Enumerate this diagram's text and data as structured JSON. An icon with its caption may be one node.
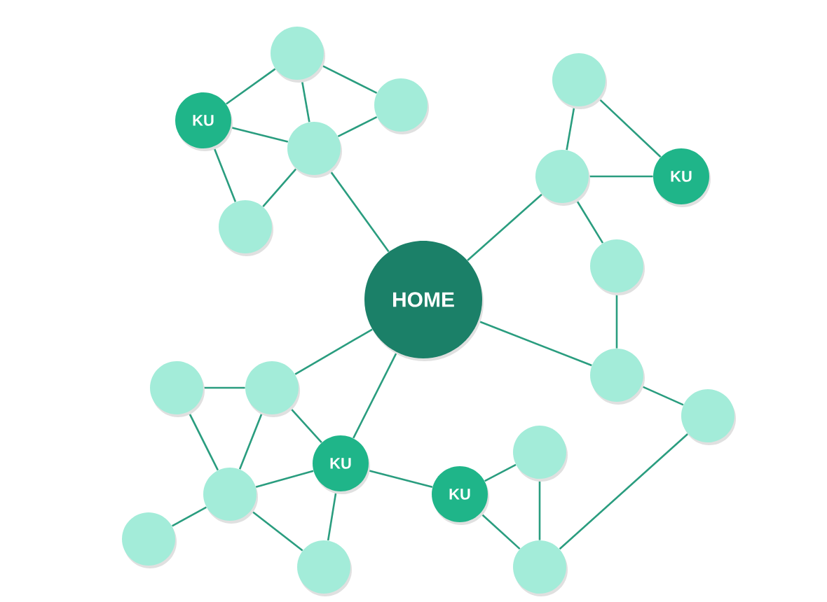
{
  "diagram": {
    "nodes": [
      {
        "text": [],
        "shape": "circle"
      },
      {
        "text": [],
        "shape": "circle"
      },
      {
        "text": [],
        "shape": "circle"
      },
      {
        "text": [
          "KU"
        ]
      },
      {
        "text": [],
        "shape": "circle"
      },
      {
        "text": [],
        "shape": "circle"
      },
      {
        "text": [
          "KU"
        ]
      },
      {
        "text": [],
        "shape": "circle"
      },
      {
        "text": [],
        "shape": "circle"
      },
      {
        "text": [
          "HOME"
        ]
      },
      {
        "text": [],
        "shape": "circle"
      },
      {
        "text": [],
        "shape": "circle"
      },
      {
        "text": [],
        "shape": "circle"
      },
      {
        "text": [],
        "shape": "circle"
      },
      {
        "text": [],
        "shape": "circle"
      },
      {
        "text": [
          "KU"
        ]
      },
      {
        "text": [],
        "shape": "circle"
      },
      {
        "text": [
          "KU"
        ]
      },
      {
        "text": [],
        "shape": "circle"
      },
      {
        "text": [],
        "shape": "circle"
      },
      {
        "text": [],
        "shape": "circle"
      }
    ],
    "edges": [
      {
        "from": 3,
        "to": 0,
        "arrow": "none"
      },
      {
        "from": 3,
        "to": 4,
        "arrow": "none"
      },
      {
        "from": 3,
        "to": 7,
        "arrow": "none"
      },
      {
        "from": 0,
        "to": 4,
        "arrow": "none"
      },
      {
        "from": 0,
        "to": 2,
        "arrow": "none"
      },
      {
        "from": 2,
        "to": 4,
        "arrow": "none"
      },
      {
        "from": 4,
        "to": 7,
        "arrow": "none"
      },
      {
        "from": 4,
        "to": 9,
        "arrow": "none"
      },
      {
        "from": 1,
        "to": 5,
        "arrow": "none"
      },
      {
        "from": 1,
        "to": 6,
        "arrow": "none"
      },
      {
        "from": 5,
        "to": 6,
        "arrow": "none"
      },
      {
        "from": 5,
        "to": 9,
        "arrow": "none"
      },
      {
        "from": 5,
        "to": 8,
        "arrow": "none"
      },
      {
        "from": 8,
        "to": 10,
        "arrow": "none"
      },
      {
        "from": 10,
        "to": 9,
        "arrow": "none"
      },
      {
        "from": 10,
        "to": 13,
        "arrow": "none"
      },
      {
        "from": 13,
        "to": 20,
        "arrow": "none"
      },
      {
        "from": 9,
        "to": 12,
        "arrow": "none"
      },
      {
        "from": 9,
        "to": 15,
        "arrow": "none"
      },
      {
        "from": 11,
        "to": 12,
        "arrow": "none"
      },
      {
        "from": 11,
        "to": 16,
        "arrow": "none"
      },
      {
        "from": 12,
        "to": 16,
        "arrow": "none"
      },
      {
        "from": 12,
        "to": 15,
        "arrow": "none"
      },
      {
        "from": 16,
        "to": 15,
        "arrow": "none"
      },
      {
        "from": 16,
        "to": 18,
        "arrow": "none"
      },
      {
        "from": 16,
        "to": 19,
        "arrow": "none"
      },
      {
        "from": 15,
        "to": 19,
        "arrow": "none"
      },
      {
        "from": 15,
        "to": 17,
        "arrow": "none"
      },
      {
        "from": 17,
        "to": 14,
        "arrow": "none"
      },
      {
        "from": 17,
        "to": 20,
        "arrow": "none"
      },
      {
        "from": 14,
        "to": 20,
        "arrow": "none"
      }
    ]
  }
}
